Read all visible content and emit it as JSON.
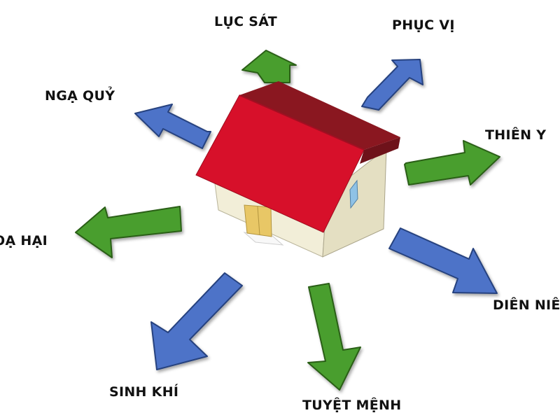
{
  "labels": {
    "luc_sat": "LỤC SÁT",
    "phuc_vi": "PHỤC VỊ",
    "nga_quy": "NGẠ QUỶ",
    "thien_y": "THIÊN Y",
    "hoa_hai": "OẠ HẠI",
    "dien_nien": "DIÊN NIÊ",
    "sinh_khi": "SINH KHÍ",
    "tuyet_menh": "TUYỆT MỆNH"
  },
  "colors": {
    "good_arrow": "#4a9e2e",
    "bad_arrow": "#4d73c8",
    "roof": "#d7102a",
    "wall": "#f2eed8",
    "door": "#e8c766"
  },
  "icons": {
    "center": "house-icon"
  }
}
